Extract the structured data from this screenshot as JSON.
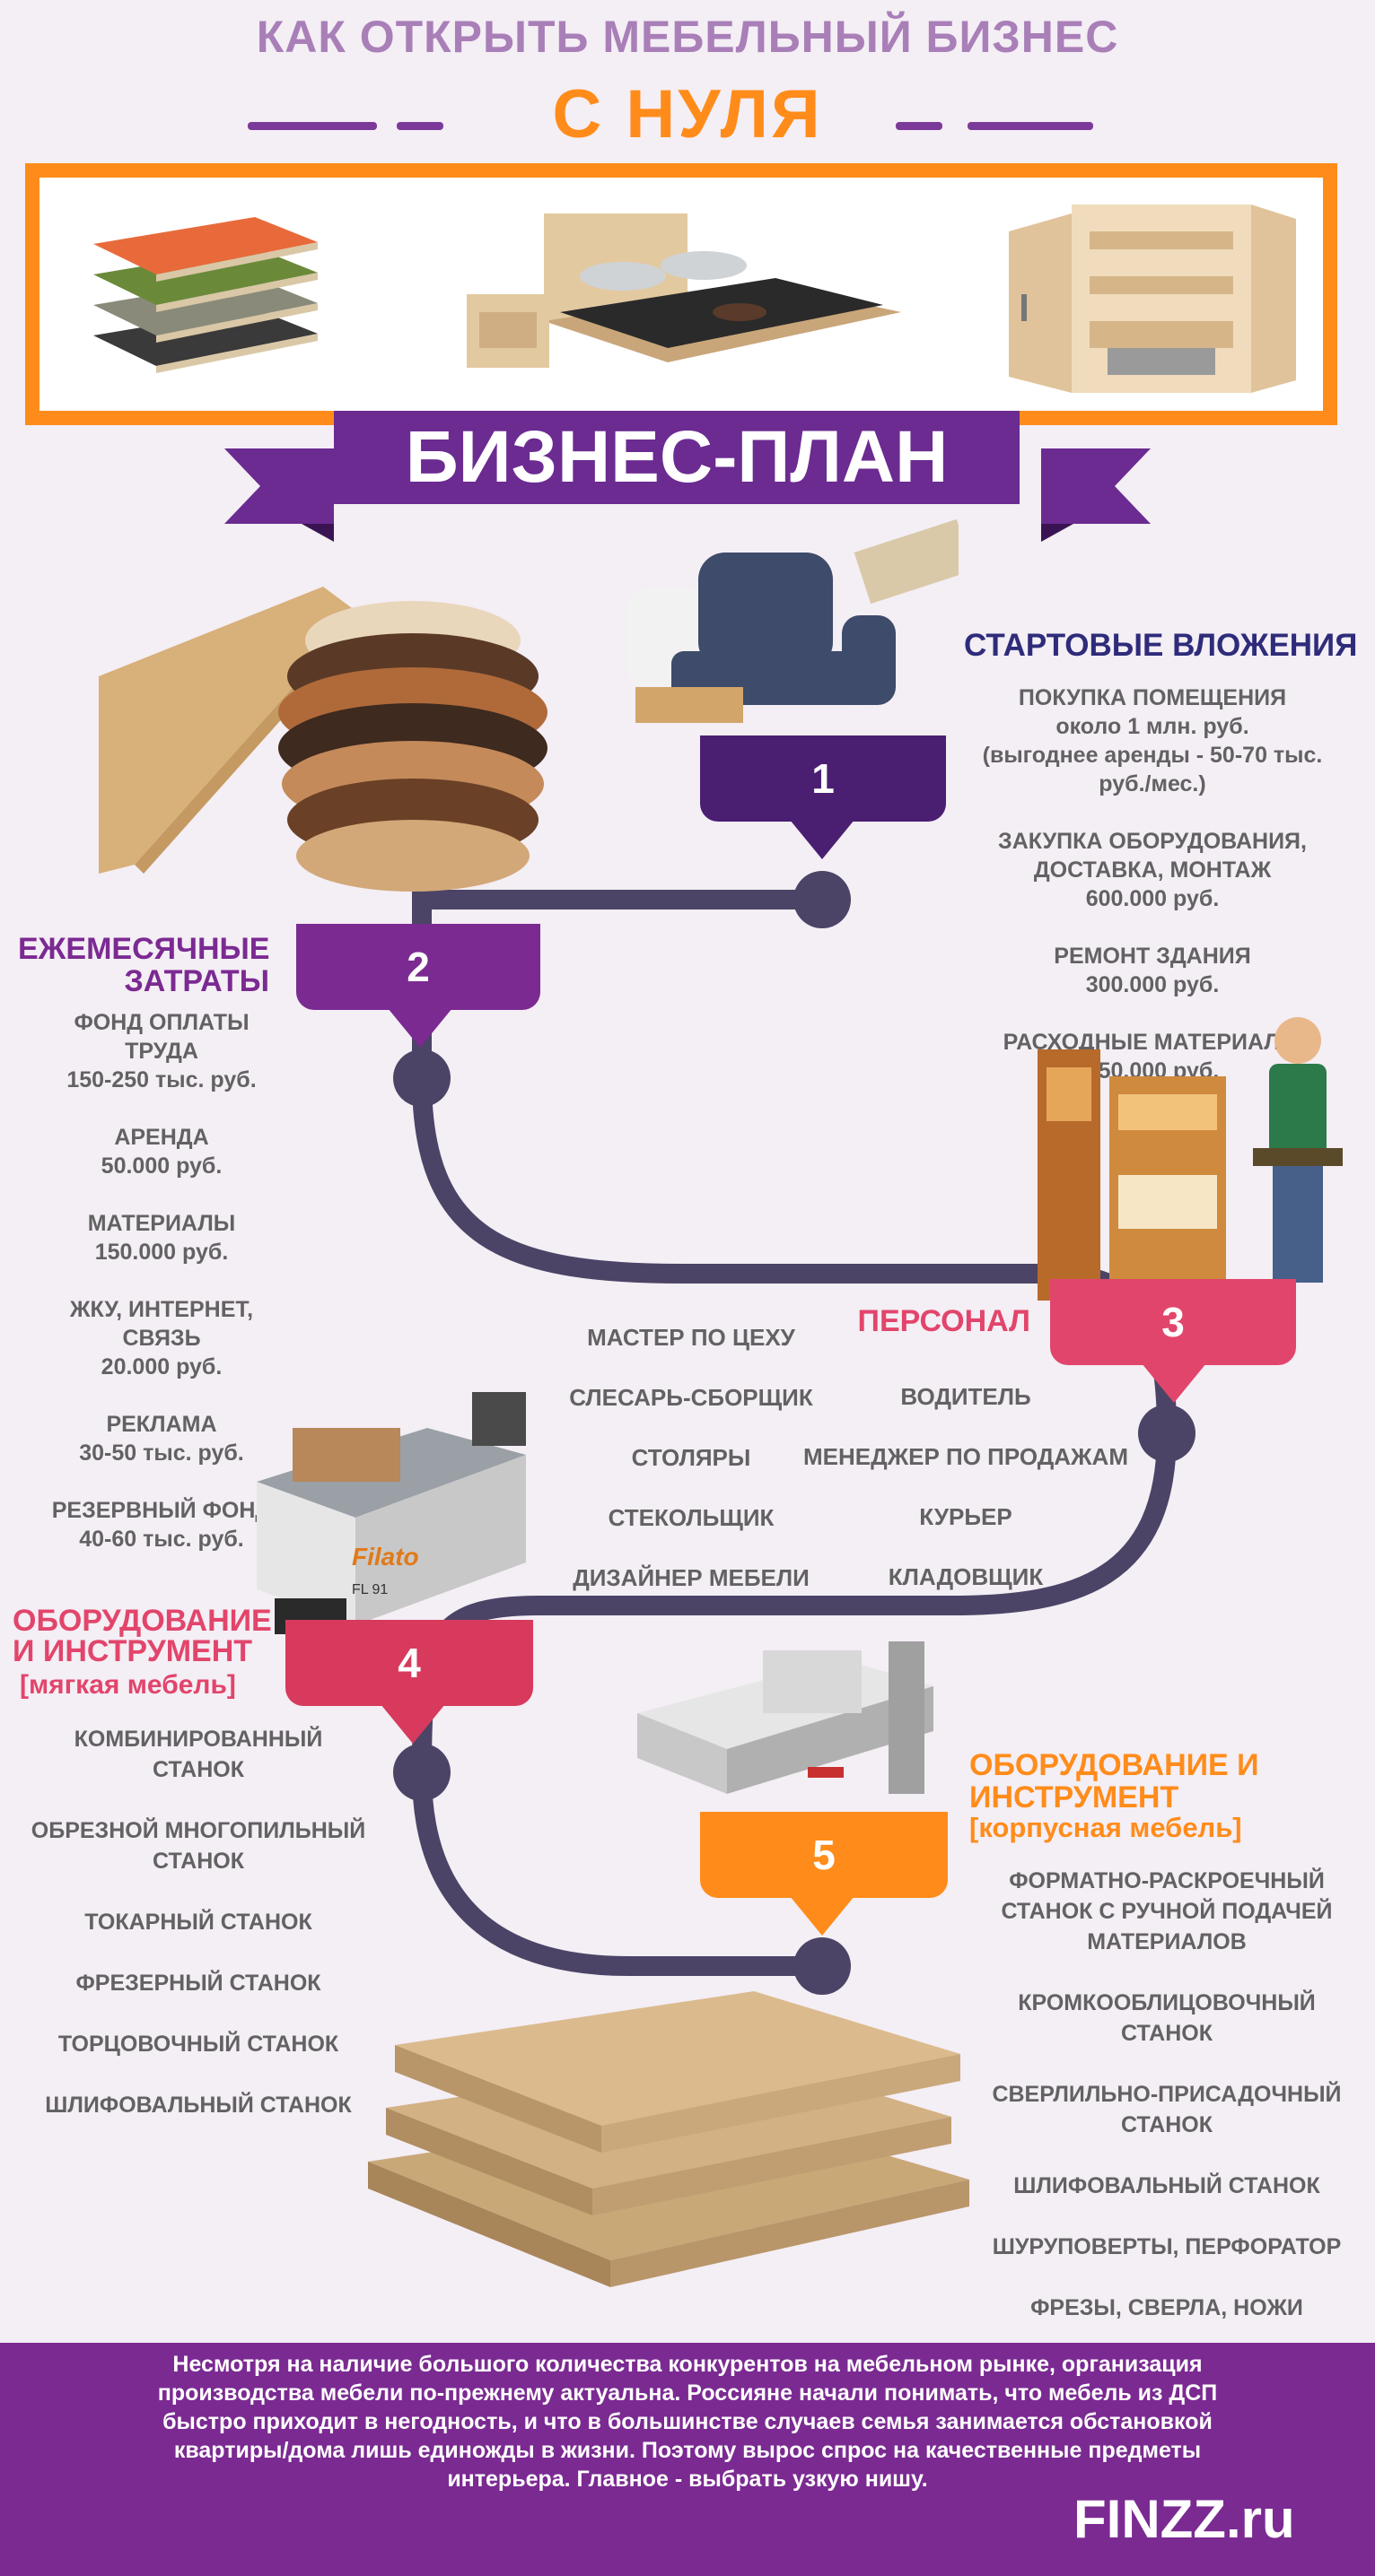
{
  "header": {
    "title": "КАК ОТКРЫТЬ МЕБЕЛЬНЫЙ БИЗНЕС",
    "subtitle": "С НУЛЯ"
  },
  "banner": {
    "label": "БИЗНЕС-ПЛАН"
  },
  "steps": {
    "s1": {
      "number": "1",
      "title": "СТАРТОВЫЕ ВЛОЖЕНИЯ",
      "text": "ПОКУПКА ПОМЕЩЕНИЯ\nоколо 1 млн. руб.\n(выгоднее аренды - 50-70 тыс.\nруб./мес.)\n\nЗАКУПКА ОБОРУДОВАНИЯ,\nДОСТАВКА, МОНТАЖ\n600.000 руб.\n\nРЕМОНТ ЗДАНИЯ\n300.000 руб.\n\nРАСХОДНЫЕ МАТЕРИАЛЫ\n250.000 руб."
    },
    "s2": {
      "number": "2",
      "title": "ЕЖЕМЕСЯЧНЫЕ\nЗАТРАТЫ",
      "text": "ФОНД ОПЛАТЫ\nТРУДА\n150-250 тыс. руб.\n\nАРЕНДА\n50.000 руб.\n\nМАТЕРИАЛЫ\n150.000 руб.\n\nЖКУ, ИНТЕРНЕТ,\nСВЯЗЬ\n20.000 руб.\n\nРЕКЛАМА\n30-50 тыс. руб.\n\nРЕЗЕРВНЫЙ ФОНД\n40-60 тыс. руб."
    },
    "s3": {
      "number": "3",
      "title": "ПЕРСОНАЛ",
      "staff_left": [
        "МАСТЕР ПО ЦЕХУ",
        "СЛЕСАРЬ-СБОРЩИК",
        "СТОЛЯРЫ",
        "СТЕКОЛЬЩИК",
        "ДИЗАЙНЕР МЕБЕЛИ"
      ],
      "staff_right": [
        "ВОДИТЕЛЬ",
        "МЕНЕДЖЕР ПО ПРОДАЖАМ",
        "КУРЬЕР",
        "КЛАДОВЩИК"
      ]
    },
    "s4": {
      "number": "4",
      "title": "ОБОРУДОВАНИЕ\nИ ИНСТРУМЕНТ",
      "subtitle": "[мягкая мебель]",
      "text": "КОМБИНИРОВАННЫЙ\nСТАНОК\n\nОБРЕЗНОЙ МНОГОПИЛЬНЫЙ\nСТАНОК\n\nТОКАРНЫЙ СТАНОК\n\nФРЕЗЕРНЫЙ СТАНОК\n\nТОРЦОВОЧНЫЙ СТАНОК\n\nШЛИФОВАЛЬНЫЙ СТАНОК",
      "machine_brand": "Filato",
      "machine_model": "FL 91"
    },
    "s5": {
      "number": "5",
      "title": "ОБОРУДОВАНИЕ И\nИНСТРУМЕНТ",
      "subtitle": "[корпусная мебель]",
      "text": "ФОРМАТНО-РАСКРОЕЧНЫЙ\nСТАНОК С РУЧНОЙ ПОДАЧЕЙ\nМАТЕРИАЛОВ\n\nКРОМКООБЛИЦОВОЧНЫЙ\nСТАНОК\n\nСВЕРЛИЛЬНО-ПРИСАДОЧНЫЙ\nСТАНОК\n\nШЛИФОВАЛЬНЫЙ СТАНОК\n\nШУРУПОВЕРТЫ, ПЕРФОРАТОР\n\nФРЕЗЫ, СВЕРЛА, НОЖИ"
    }
  },
  "footer": {
    "text": "Несмотря на наличие большого количества конкурентов на мебельном рынке, организация\nпроизводства мебели по-прежнему актуальна. Россияне начали понимать, что мебель из ДСП\nбыстро приходит в негодность, и что в большинстве случаев семья занимается обстановкой\nквартиры/дома лишь единожды в жизни. Поэтому вырос спрос на качественные предметы\nинтерьера. Главное - выбрать узкую нишу.",
    "brand": "FINZZ.ru"
  },
  "colors": {
    "purple": "#7b2a92",
    "navy": "#2e2c7a",
    "pink": "#e2456b",
    "orange": "#ff8c1a",
    "path": "#4b4466"
  }
}
